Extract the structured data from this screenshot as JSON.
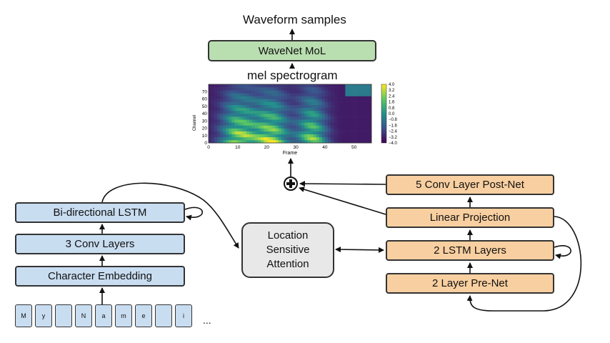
{
  "output_label": "Waveform samples",
  "vocoder_label": "WaveNet MoL",
  "spectrogram_label": "mel spectrogram",
  "spectrogram": {
    "y_axis_label": "Channel",
    "x_axis_label": "Frame",
    "y_ticks": [
      "70",
      "60",
      "50",
      "40",
      "30",
      "20",
      "10",
      "0"
    ],
    "x_ticks": [
      "0",
      "10",
      "20",
      "30",
      "40",
      "50"
    ],
    "colorbar_ticks": [
      "4.0",
      "3.2",
      "2.4",
      "1.6",
      "0.8",
      "0.0",
      "−0.8",
      "−1.6",
      "−2.4",
      "−3.2",
      "−4.0"
    ],
    "colormap": "viridis"
  },
  "encoder": {
    "lstm_label": "Bi-directional LSTM",
    "conv_label": "3 Conv Layers",
    "embedding_label": "Character Embedding",
    "chars": [
      "M",
      "y",
      "",
      "N",
      "a",
      "m",
      "e",
      "",
      "i"
    ],
    "ellipsis": "..."
  },
  "attention": {
    "line1": "Location",
    "line2": "Sensitive",
    "line3": "Attention"
  },
  "decoder": {
    "postnet_label": "5 Conv Layer Post-Net",
    "projection_label": "Linear Projection",
    "lstm_label": "2 LSTM Layers",
    "prenet_label": "2 Layer Pre-Net"
  },
  "colors": {
    "encoder": "#c9ddf1",
    "decoder": "#f8cfa0",
    "vocoder": "#b9deb0",
    "attention": "#e8e8e8"
  }
}
